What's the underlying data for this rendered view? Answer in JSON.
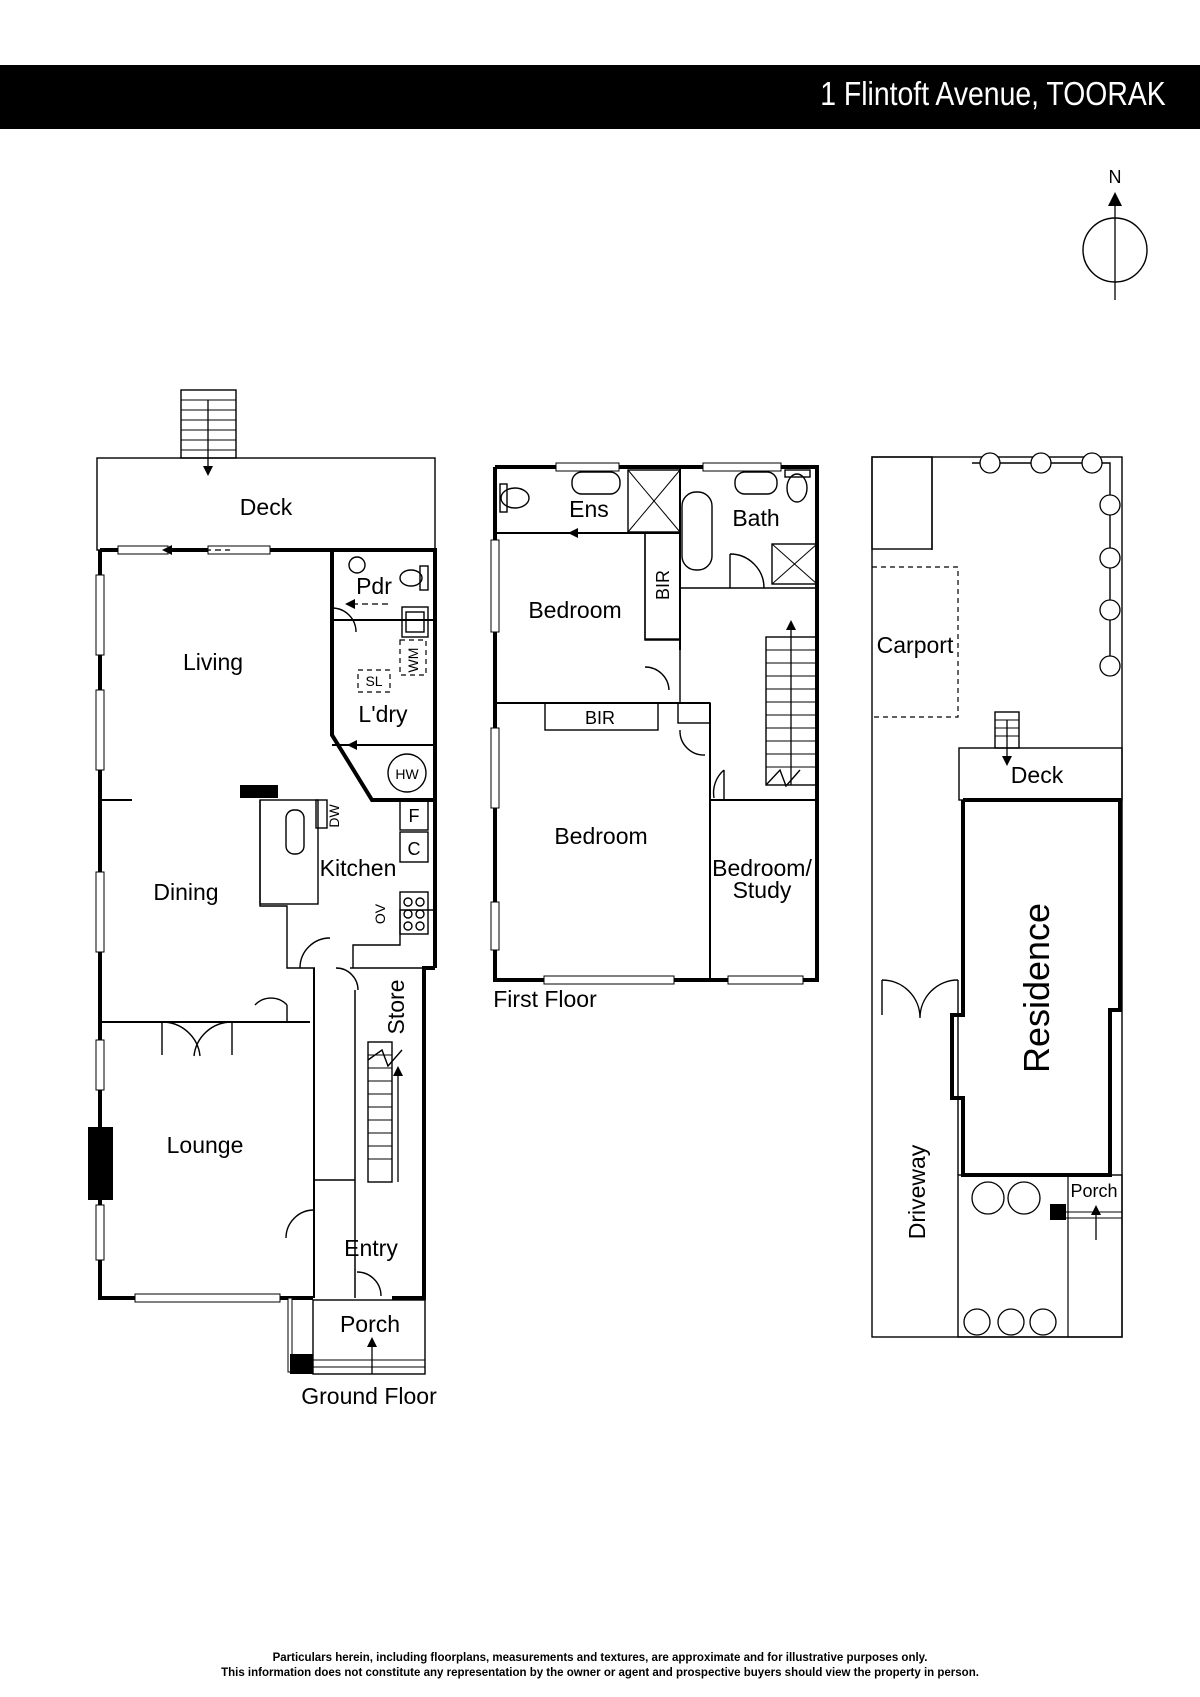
{
  "header": {
    "address": "1 Flintoft Avenue, TOORAK"
  },
  "compass": {
    "label": "N"
  },
  "ground_floor": {
    "title": "Ground Floor",
    "rooms": {
      "deck": "Deck",
      "living": "Living",
      "pdr": "Pdr",
      "laundry": "L'dry",
      "sl": "SL",
      "wm": "WM",
      "hw": "HW",
      "dining": "Dining",
      "kitchen": "Kitchen",
      "dw": "DW",
      "ov": "OV",
      "fridge": "F",
      "cupboard": "C",
      "store": "Store",
      "lounge": "Lounge",
      "entry": "Entry",
      "porch": "Porch"
    }
  },
  "first_floor": {
    "title": "First Floor",
    "rooms": {
      "ensuite": "Ens",
      "bath": "Bath",
      "bedroom_1": "Bedroom",
      "bir_1": "BIR",
      "bir_2": "BIR",
      "bedroom_2": "Bedroom",
      "bedroom_study_line1": "Bedroom/",
      "bedroom_study_line2": "Study"
    }
  },
  "site_plan": {
    "labels": {
      "carport": "Carport",
      "deck": "Deck",
      "residence": "Residence",
      "driveway": "Driveway",
      "porch": "Porch"
    }
  },
  "disclaimer": {
    "line1": "Particulars herein, including floorplans, measurements and textures, are approximate and for illustrative purposes only.",
    "line2": "This information does not constitute any representation by the owner or agent and prospective buyers should view the property in person."
  }
}
